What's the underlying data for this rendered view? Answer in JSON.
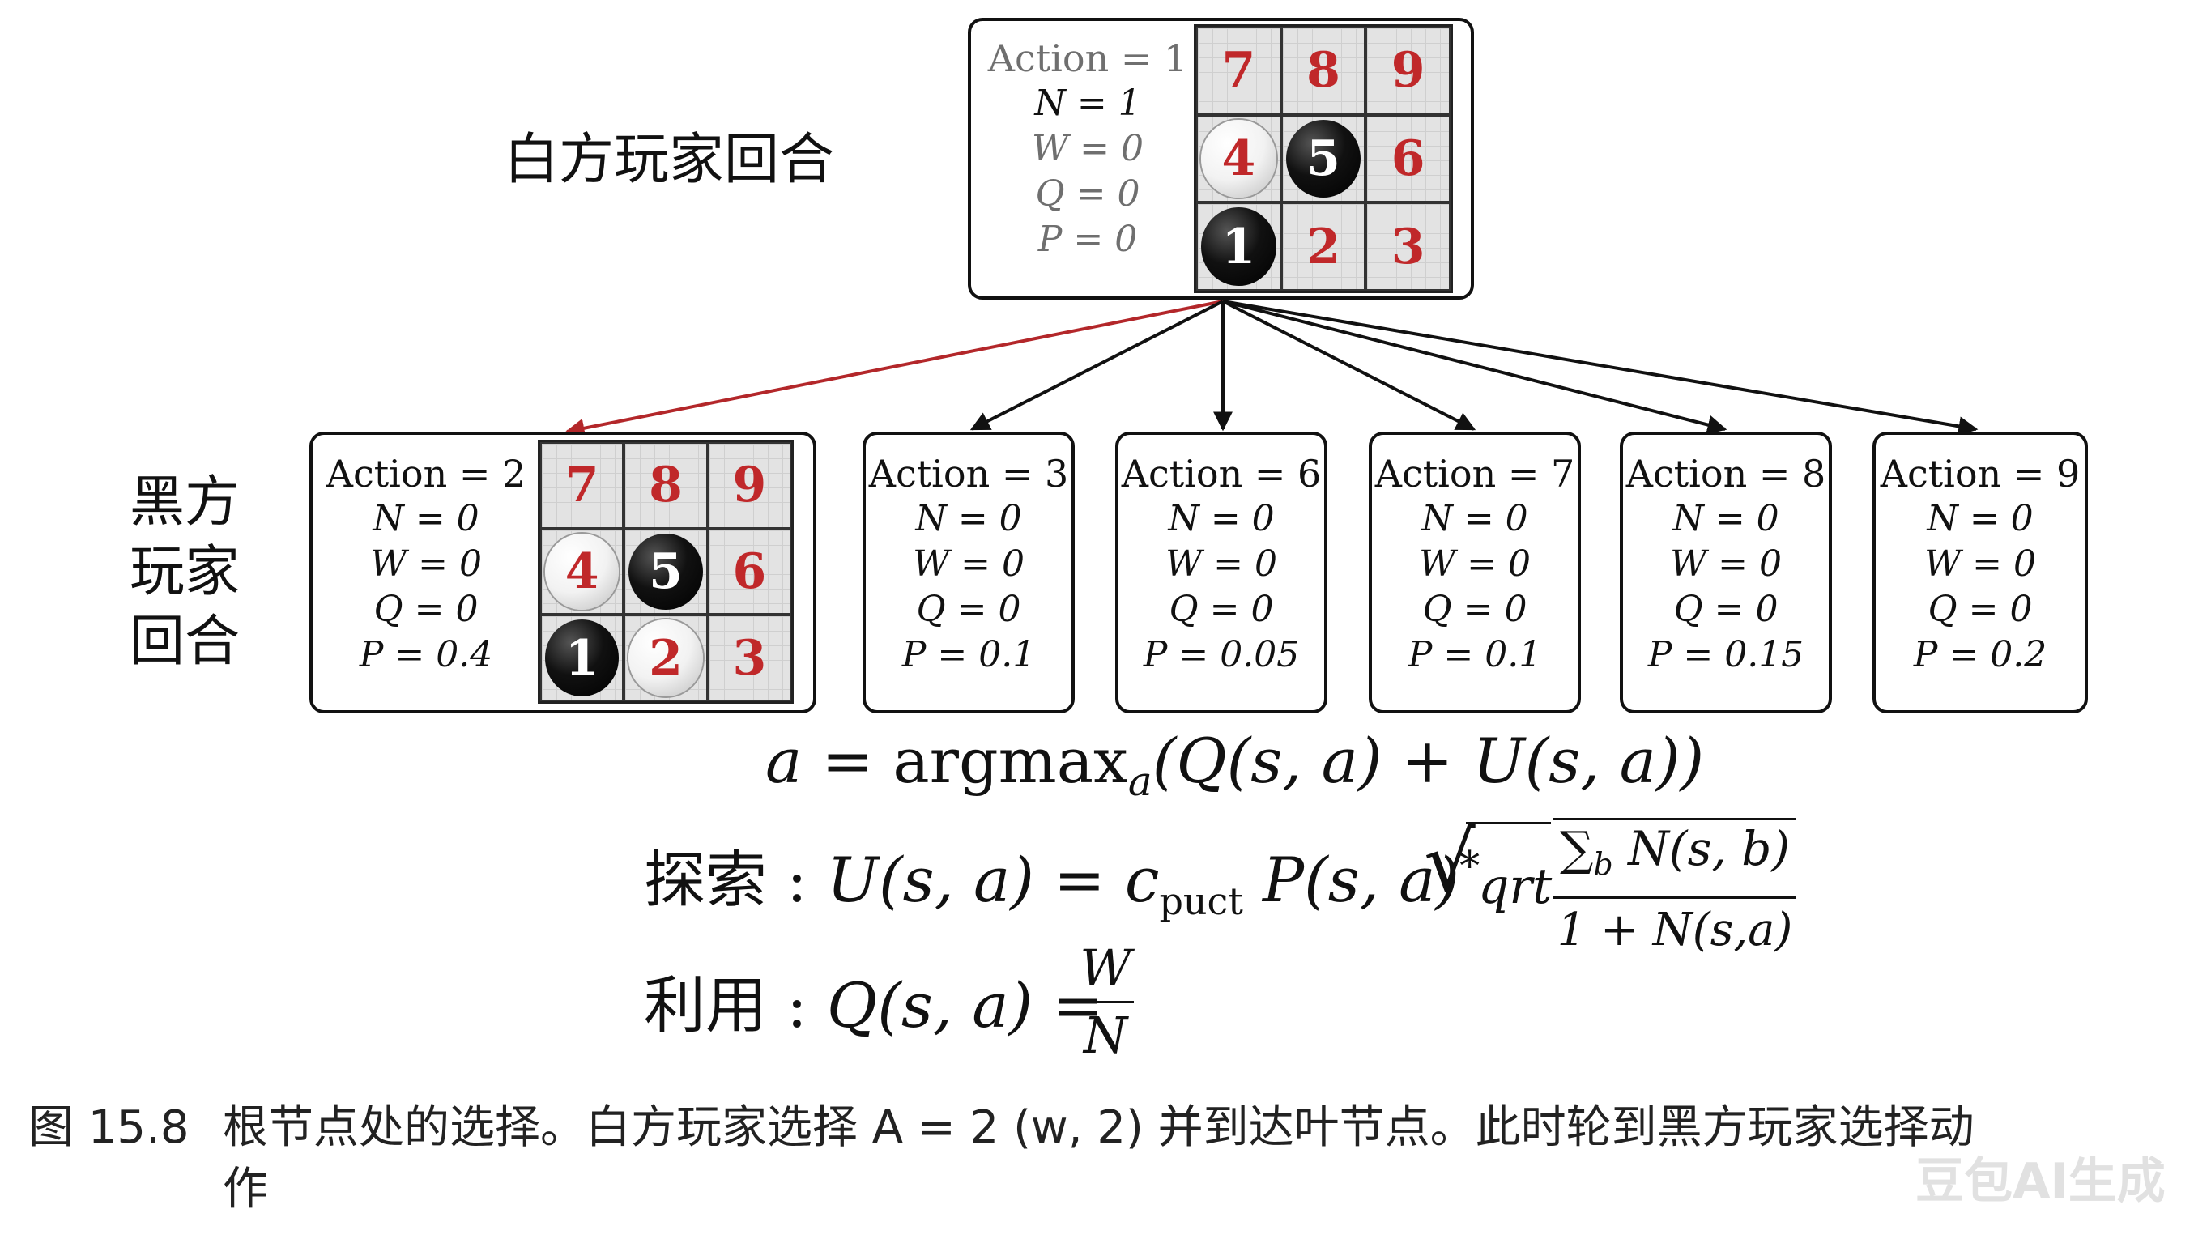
{
  "root": {
    "action_label": "Action = 1",
    "n": "N = 1",
    "w": "W = 0",
    "q": "Q = 0",
    "p": "P = 0",
    "board": {
      "cells": [
        "7",
        "8",
        "9",
        "4",
        "5",
        "6",
        "1",
        "2",
        "3"
      ],
      "stones": [
        "",
        "",
        "",
        "white",
        "black",
        "",
        "black",
        "",
        ""
      ]
    }
  },
  "labels": {
    "white_turn": "白方玩家回合",
    "black_turn_lines": [
      "黑方",
      "玩家",
      "回合"
    ]
  },
  "children": [
    {
      "action_label": "Action = 2",
      "n": "N = 0",
      "w": "W = 0",
      "q": "Q = 0",
      "p": "P = 0.4",
      "selected": true,
      "board": {
        "cells": [
          "7",
          "8",
          "9",
          "4",
          "5",
          "6",
          "1",
          "2",
          "3"
        ],
        "stones": [
          "",
          "",
          "",
          "white",
          "black",
          "",
          "black",
          "white",
          ""
        ]
      }
    },
    {
      "action_label": "Action = 3",
      "n": "N = 0",
      "w": "W = 0",
      "q": "Q = 0",
      "p": "P = 0.1"
    },
    {
      "action_label": "Action = 6",
      "n": "N = 0",
      "w": "W = 0",
      "q": "Q = 0",
      "p": "P = 0.05"
    },
    {
      "action_label": "Action = 7",
      "n": "N = 0",
      "w": "W = 0",
      "q": "Q = 0",
      "p": "P = 0.1"
    },
    {
      "action_label": "Action = 8",
      "n": "N = 0",
      "w": "W = 0",
      "q": "Q = 0",
      "p": "P = 0.15"
    },
    {
      "action_label": "Action = 9",
      "n": "N = 0",
      "w": "W = 0",
      "q": "Q = 0",
      "p": "P = 0.2"
    }
  ],
  "formulas": {
    "argmax": {
      "lhs": "a",
      "eq": "=",
      "op": "argmax",
      "sub": "a",
      "body": "(Q(s, a) + U(s, a))"
    },
    "explore": {
      "prefix": "探索",
      "colon": " : ",
      "lhs": "U(s, a) = ",
      "c": "c",
      "c_sub": "puct",
      "p": "P(s, a)",
      "star": "*",
      "sqrt_text": "qrt",
      "num": "∑",
      "num_sub": "b",
      "num_rest": " N(s, b)",
      "den": "1 + N(s,a)"
    },
    "exploit": {
      "prefix": "利用",
      "colon": " : ",
      "lhs": "Q(s, a) = ",
      "num": "W",
      "den": "N"
    }
  },
  "caption": {
    "fig": "图 15.8",
    "line1": "根节点处的选择。白方玩家选择 A = 2 (w, 2) 并到达叶节点。此时轮到黑方玩家选择动",
    "line2": "作"
  },
  "watermark": "豆包AI生成",
  "colors": {
    "selected_edge": "#b3272a",
    "edge": "#111111",
    "board_number": "#c0282a"
  }
}
